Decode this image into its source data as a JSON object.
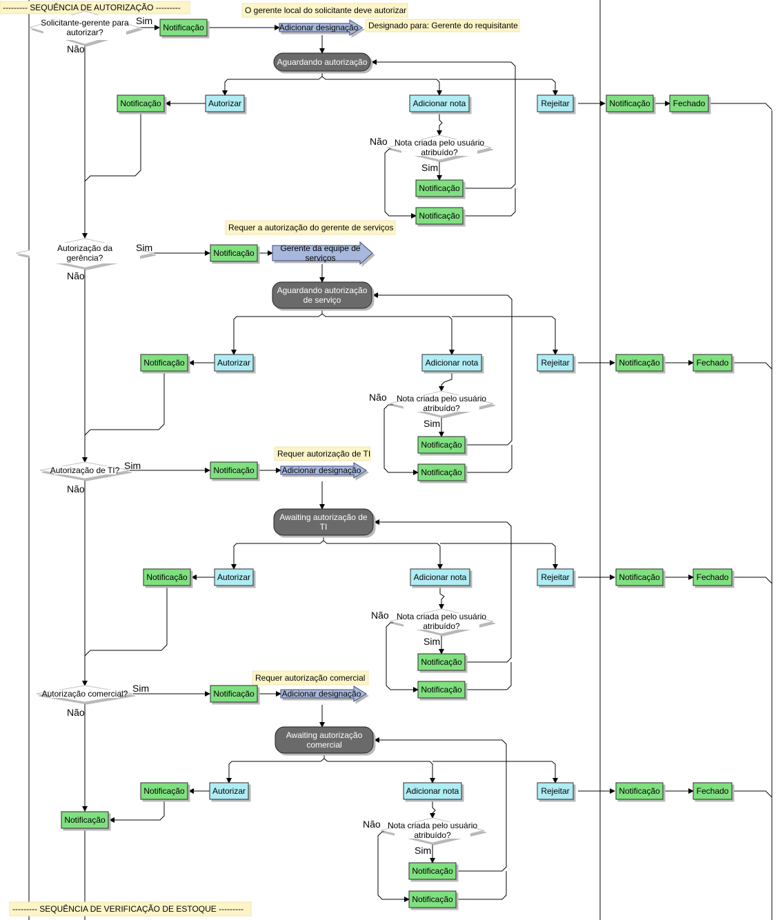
{
  "headers": {
    "top": "--------- SEQUÊNCIA DE AUTORIZAÇÃO ---------",
    "bottom": "--------- SEQUÊNCIA DE VERIFICAÇÃO DE ESTOQUE ---------"
  },
  "labels": {
    "notification": "Notificação",
    "authorize": "Autorizar",
    "add_note": "Adicionar nota",
    "reject": "Rejeitar",
    "closed": "Fechado",
    "add_assignment": "Adicionar designação",
    "yes": "Sim",
    "no": "Não",
    "note_question_1": "Nota criada pelo usuário",
    "note_question_2": "atribuído?"
  },
  "stages": [
    {
      "decision": [
        "Solicitante-gerente para",
        "autorizar?"
      ],
      "note": "O gerente local do solicitante deve autorizar",
      "assignment": [
        "Adicionar designação"
      ],
      "assigned_note": "Designado para: Gerente do requisitante",
      "waiting": [
        "Aguardando autorização"
      ]
    },
    {
      "decision": [
        "Autorização da",
        "gerência?"
      ],
      "note": "Requer a autorização do gerente de serviços",
      "assignment": [
        "Gerente da equipe de",
        "serviços"
      ],
      "waiting": [
        "Aguardando autorização",
        "de serviço"
      ]
    },
    {
      "decision": [
        "Autorização de TI?"
      ],
      "note": "Requer autorização de TI",
      "assignment": [
        "Adicionar designação"
      ],
      "waiting": [
        "Awaiting autorização de",
        "TI"
      ]
    },
    {
      "decision": [
        "Autorização comercial?"
      ],
      "note": "Requer autorização comercial",
      "assignment": [
        "Adicionar designação"
      ],
      "waiting": [
        "Awaiting autorização",
        "comercial"
      ]
    }
  ],
  "colors": {
    "notification": "#80e080",
    "action": "#b0ecf4",
    "assignment": "#a8b8dc",
    "waiting": "#6a6a6a",
    "annotation": "#fdf5c8",
    "line": "#000000"
  }
}
